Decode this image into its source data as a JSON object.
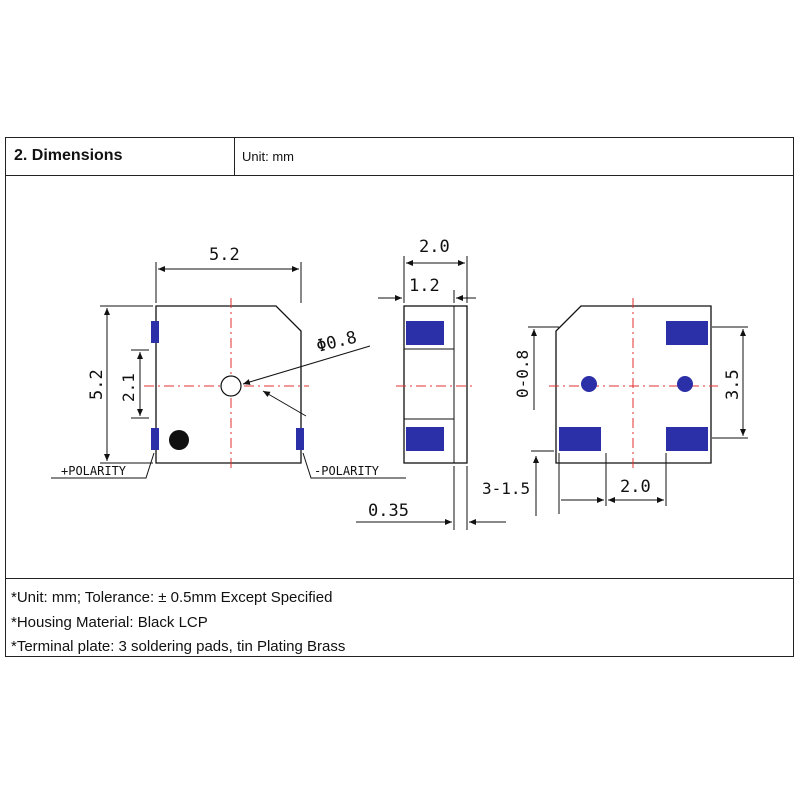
{
  "header": {
    "title": "2.  Dimensions",
    "unit": "Unit: mm"
  },
  "drawing": {
    "colors": {
      "line": "#111111",
      "center_line": "#e03030",
      "pad": "#2b2fa8"
    },
    "front_view": {
      "width_dim": "5.2",
      "height_dim": "5.2",
      "pad_spacing_dim": "2.1",
      "hole_dim": "Φ0.8",
      "plus_polarity": "+POLARITY",
      "minus_polarity": "-POLARITY"
    },
    "side_view": {
      "total_width_dim": "2.0",
      "inner_dim": "1.2",
      "thickness_dim": "0.35"
    },
    "bottom_view": {
      "pad_offset_dim": "0-0.8",
      "pad_pitch_dim": "3.5",
      "pad_size_dim": "3-1.5",
      "pad_gap_dim": "2.0"
    }
  },
  "notes": [
    "*Unit: mm; Tolerance:   ± 0.5mm Except Specified",
    "*Housing Material: Black LCP",
    "*Terminal plate: 3 soldering pads, tin Plating Brass"
  ]
}
